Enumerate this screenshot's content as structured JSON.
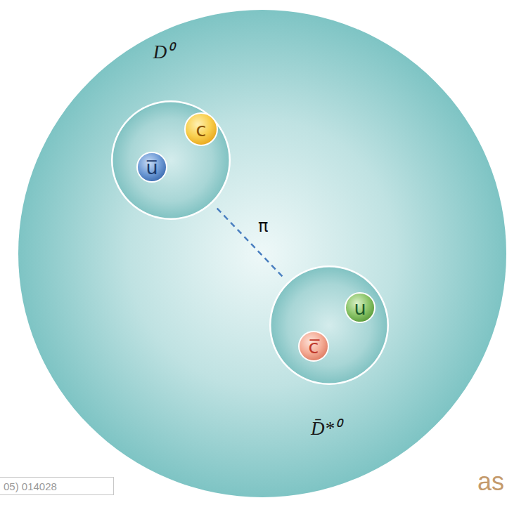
{
  "diagram": {
    "nodes": [
      {
        "text": [
          "D⁰"
        ]
      },
      {
        "text": [
          "c"
        ],
        "in": 0
      },
      {
        "text": [
          "u̅"
        ],
        "in": 0
      },
      {
        "text": [
          "D̄*⁰"
        ]
      },
      {
        "text": [
          "u"
        ],
        "in": 3
      },
      {
        "text": [
          "c̅"
        ],
        "in": 3
      }
    ],
    "edges": [
      {
        "from": 0,
        "to": 3,
        "arrow": "none",
        "label": "π"
      }
    ],
    "labels": [
      "05) 014028",
      "as"
    ]
  }
}
